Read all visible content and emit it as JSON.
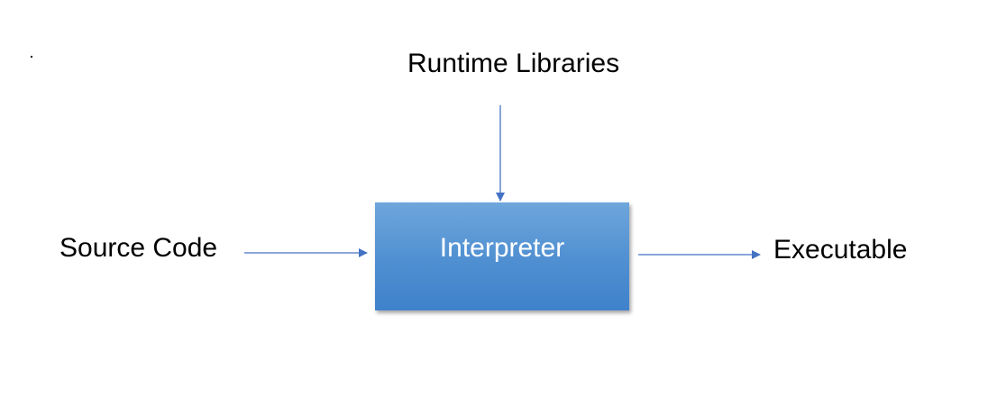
{
  "diagram": {
    "nodes": {
      "runtime_libraries": "Runtime Libraries",
      "source_code": "Source Code",
      "interpreter": "Interpreter",
      "executable": "Executable"
    },
    "edges": [
      {
        "from": "runtime_libraries",
        "to": "interpreter"
      },
      {
        "from": "source_code",
        "to": "interpreter"
      },
      {
        "from": "interpreter",
        "to": "executable"
      }
    ],
    "colors": {
      "arrow": "#4472c4",
      "box_top": "#6ea6dc",
      "box_bottom": "#3f82cb",
      "box_text": "#ffffff",
      "label_text": "#000000"
    }
  }
}
